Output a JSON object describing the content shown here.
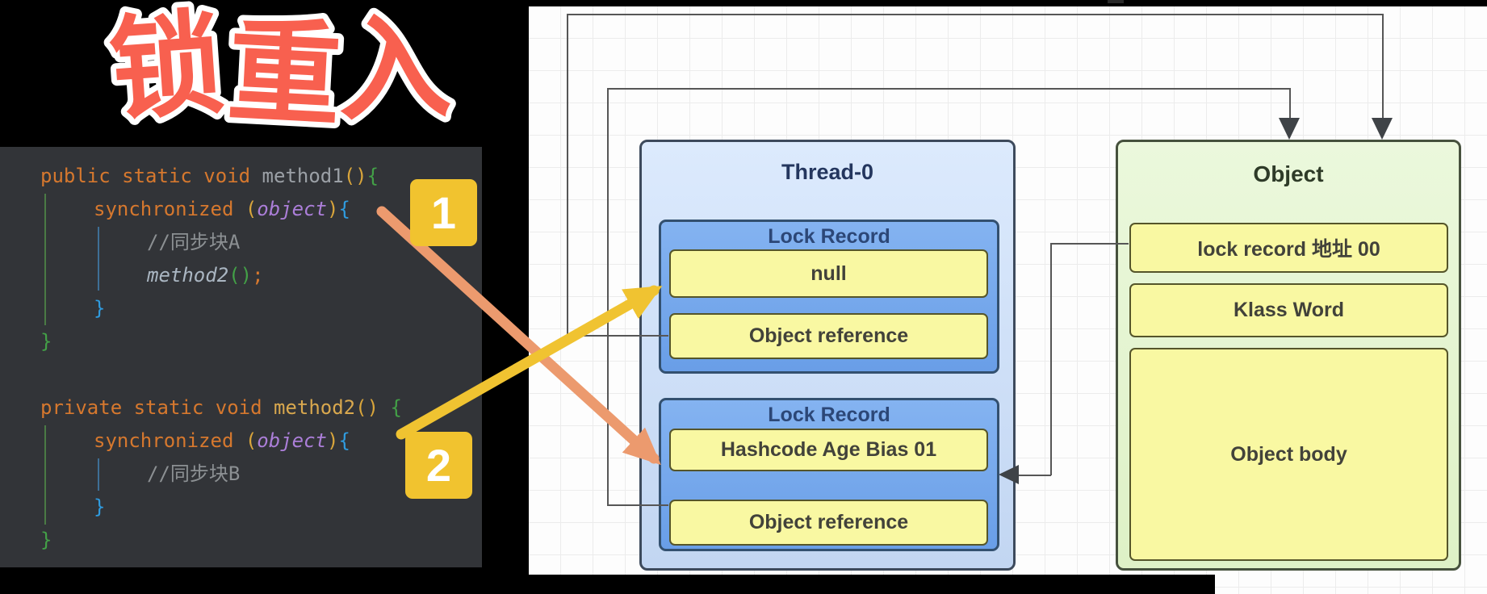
{
  "title": {
    "text": "锁重入"
  },
  "theme_note": "lock re-entry illustration",
  "code_panel": {
    "colors": {
      "keyword": "#d6782e",
      "plain": "#9ba0a6",
      "paren_yellow": "#d9a53b",
      "brace_green": "#43a047",
      "brace_blue": "#2f9ce0",
      "variable_purple": "#ab7ed8",
      "comment": "#8c9093",
      "method_call": "#aab6c2",
      "method_def": "#d9a84e"
    },
    "lines": [
      {
        "indent": 0,
        "segments": [
          {
            "text": "public static void ",
            "color": "keyword"
          },
          {
            "text": "method1",
            "color": "plain"
          },
          {
            "text": "()",
            "color": "paren_yellow"
          },
          {
            "text": "{",
            "color": "brace_green"
          }
        ]
      },
      {
        "indent": 1,
        "segments": [
          {
            "text": "synchronized ",
            "color": "keyword"
          },
          {
            "text": "(",
            "color": "paren_yellow"
          },
          {
            "text": "object",
            "color": "variable_purple",
            "italic": true
          },
          {
            "text": ")",
            "color": "paren_yellow"
          },
          {
            "text": "{",
            "color": "brace_blue"
          }
        ]
      },
      {
        "indent": 2,
        "segments": [
          {
            "text": "//同步块A",
            "color": "comment"
          }
        ]
      },
      {
        "indent": 2,
        "segments": [
          {
            "text": "method2",
            "color": "method_call",
            "italic": true
          },
          {
            "text": "()",
            "color": "brace_green"
          },
          {
            "text": ";",
            "color": "keyword"
          }
        ]
      },
      {
        "indent": 1,
        "segments": [
          {
            "text": "}",
            "color": "brace_blue"
          }
        ]
      },
      {
        "indent": 0,
        "segments": [
          {
            "text": "}",
            "color": "brace_green"
          }
        ]
      },
      {
        "indent": 0,
        "segments": []
      },
      {
        "indent": 0,
        "segments": [
          {
            "text": "private static void ",
            "color": "keyword"
          },
          {
            "text": "method2",
            "color": "method_def"
          },
          {
            "text": "() ",
            "color": "paren_yellow"
          },
          {
            "text": "{",
            "color": "brace_green"
          }
        ]
      },
      {
        "indent": 1,
        "segments": [
          {
            "text": "synchronized ",
            "color": "keyword"
          },
          {
            "text": "(",
            "color": "paren_yellow"
          },
          {
            "text": "object",
            "color": "variable_purple",
            "italic": true
          },
          {
            "text": ")",
            "color": "paren_yellow"
          },
          {
            "text": "{",
            "color": "brace_blue"
          }
        ]
      },
      {
        "indent": 2,
        "segments": [
          {
            "text": "//同步块B",
            "color": "comment"
          }
        ]
      },
      {
        "indent": 1,
        "segments": [
          {
            "text": "}",
            "color": "brace_blue"
          }
        ]
      },
      {
        "indent": 0,
        "segments": [
          {
            "text": "}",
            "color": "brace_green"
          }
        ]
      }
    ]
  },
  "callouts": {
    "marker1": "1",
    "marker2": "2"
  },
  "diagram": {
    "thread_box": {
      "title": "Thread-0",
      "lock_records": [
        {
          "header": "Lock Record",
          "slots": [
            "null",
            "Object reference"
          ]
        },
        {
          "header": "Lock Record",
          "slots": [
            "Hashcode Age Bias 01",
            "Object reference"
          ]
        }
      ]
    },
    "object_box": {
      "title": "Object",
      "slots": [
        "lock record 地址 00",
        "Klass Word",
        "Object body"
      ]
    }
  },
  "colors": {
    "title_fill": "#f8604f",
    "title_outline": "#ffffff",
    "code_background": "#323438",
    "marker_background": "#f1c32f",
    "arrow_to_hashcode": "#ec9a6e",
    "arrow_to_null": "#f0c331",
    "thread_box_fill": "#cfe0f8",
    "lock_record_fill": "#76a9ea",
    "slot_fill": "#f9f8a2",
    "object_box_fill": "#e6f5d4",
    "connector_line": "#565656"
  }
}
